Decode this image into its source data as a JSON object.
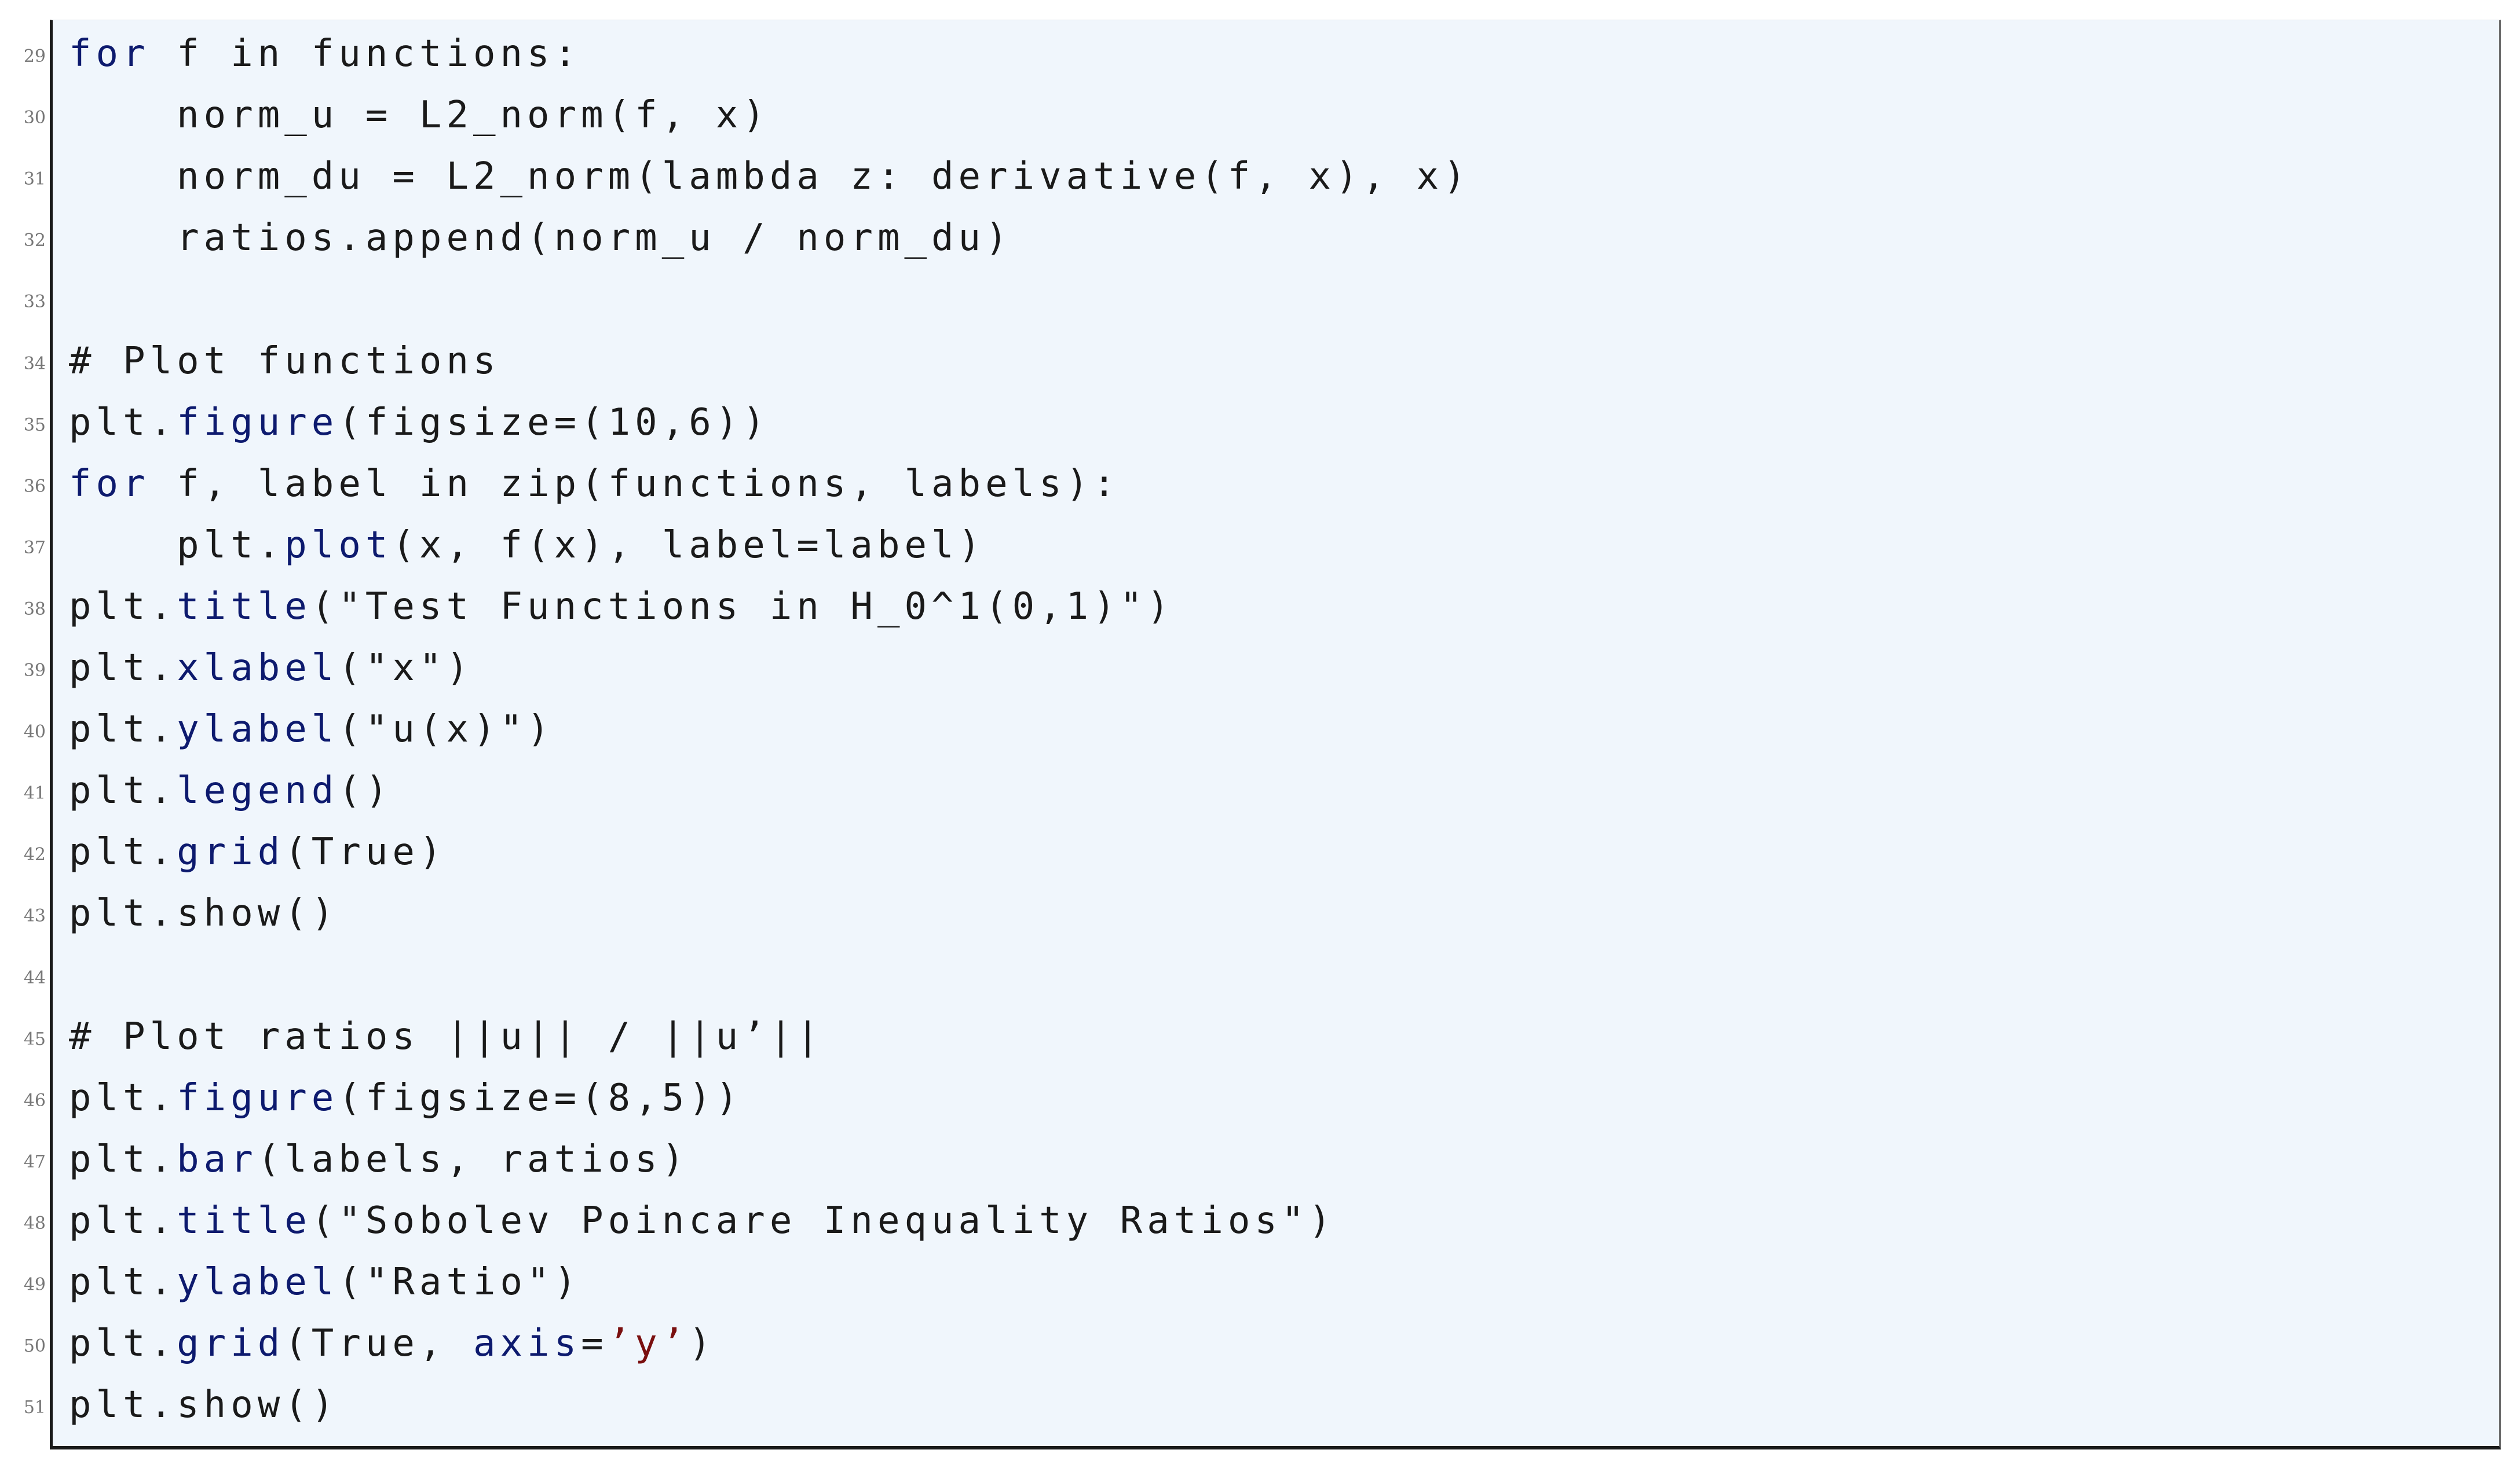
{
  "listing": {
    "lines": [
      {
        "number": "29",
        "tokens": [
          {
            "t": "kw",
            "v": "for"
          },
          {
            "t": "plain",
            "v": " f "
          },
          {
            "t": "plain",
            "v": "in"
          },
          {
            "t": "plain",
            "v": " functions:"
          }
        ]
      },
      {
        "number": "30",
        "tokens": [
          {
            "t": "plain",
            "v": "    norm_u = L2_norm(f, x)"
          }
        ]
      },
      {
        "number": "31",
        "tokens": [
          {
            "t": "plain",
            "v": "    norm_du = L2_norm(lambda z: derivative(f, x), x)"
          }
        ]
      },
      {
        "number": "32",
        "tokens": [
          {
            "t": "plain",
            "v": "    ratios.append(norm_u / norm_du)"
          }
        ]
      },
      {
        "number": "33",
        "tokens": []
      },
      {
        "number": "34",
        "tokens": [
          {
            "t": "plain",
            "v": "# Plot functions"
          }
        ]
      },
      {
        "number": "35",
        "tokens": [
          {
            "t": "plain",
            "v": "plt."
          },
          {
            "t": "fn",
            "v": "figure"
          },
          {
            "t": "plain",
            "v": "(figsize=(10,6))"
          }
        ]
      },
      {
        "number": "36",
        "tokens": [
          {
            "t": "kw",
            "v": "for"
          },
          {
            "t": "plain",
            "v": " f, label in zip(functions, labels):"
          }
        ]
      },
      {
        "number": "37",
        "tokens": [
          {
            "t": "plain",
            "v": "    plt."
          },
          {
            "t": "fn",
            "v": "plot"
          },
          {
            "t": "plain",
            "v": "(x, f(x), label=label)"
          }
        ]
      },
      {
        "number": "38",
        "tokens": [
          {
            "t": "plain",
            "v": "plt."
          },
          {
            "t": "fn",
            "v": "title"
          },
          {
            "t": "plain",
            "v": "(\"Test Functions in H_0^1(0,1)\")"
          }
        ]
      },
      {
        "number": "39",
        "tokens": [
          {
            "t": "plain",
            "v": "plt."
          },
          {
            "t": "fn",
            "v": "xlabel"
          },
          {
            "t": "plain",
            "v": "(\"x\")"
          }
        ]
      },
      {
        "number": "40",
        "tokens": [
          {
            "t": "plain",
            "v": "plt."
          },
          {
            "t": "fn",
            "v": "ylabel"
          },
          {
            "t": "plain",
            "v": "(\"u(x)\")"
          }
        ]
      },
      {
        "number": "41",
        "tokens": [
          {
            "t": "plain",
            "v": "plt."
          },
          {
            "t": "fn",
            "v": "legend"
          },
          {
            "t": "plain",
            "v": "()"
          }
        ]
      },
      {
        "number": "42",
        "tokens": [
          {
            "t": "plain",
            "v": "plt."
          },
          {
            "t": "fn",
            "v": "grid"
          },
          {
            "t": "plain",
            "v": "(True)"
          }
        ]
      },
      {
        "number": "43",
        "tokens": [
          {
            "t": "plain",
            "v": "plt.show()"
          }
        ]
      },
      {
        "number": "44",
        "tokens": []
      },
      {
        "number": "45",
        "tokens": [
          {
            "t": "plain",
            "v": "# Plot ratios ||u|| / ||u’||"
          }
        ]
      },
      {
        "number": "46",
        "tokens": [
          {
            "t": "plain",
            "v": "plt."
          },
          {
            "t": "fn",
            "v": "figure"
          },
          {
            "t": "plain",
            "v": "(figsize=(8,5))"
          }
        ]
      },
      {
        "number": "47",
        "tokens": [
          {
            "t": "plain",
            "v": "plt."
          },
          {
            "t": "fn",
            "v": "bar"
          },
          {
            "t": "plain",
            "v": "(labels, ratios)"
          }
        ]
      },
      {
        "number": "48",
        "tokens": [
          {
            "t": "plain",
            "v": "plt."
          },
          {
            "t": "fn",
            "v": "title"
          },
          {
            "t": "plain",
            "v": "(\"Sobolev Poincare Inequality Ratios\")"
          }
        ]
      },
      {
        "number": "49",
        "tokens": [
          {
            "t": "plain",
            "v": "plt."
          },
          {
            "t": "fn",
            "v": "ylabel"
          },
          {
            "t": "plain",
            "v": "(\"Ratio\")"
          }
        ]
      },
      {
        "number": "50",
        "tokens": [
          {
            "t": "plain",
            "v": "plt."
          },
          {
            "t": "fn",
            "v": "grid"
          },
          {
            "t": "plain",
            "v": "(True, "
          },
          {
            "t": "kw",
            "v": "axis"
          },
          {
            "t": "plain",
            "v": "="
          },
          {
            "t": "str",
            "v": "’y’"
          },
          {
            "t": "plain",
            "v": ")"
          }
        ]
      },
      {
        "number": "51",
        "tokens": [
          {
            "t": "plain",
            "v": "plt.show()"
          }
        ]
      }
    ]
  },
  "colors": {
    "background": "#f0f6fc",
    "keyword": "#0d1a6e",
    "function": "#0d1a6e",
    "string": "#7a0f0f",
    "text": "#1a1a1a",
    "line_number": "#777777"
  }
}
